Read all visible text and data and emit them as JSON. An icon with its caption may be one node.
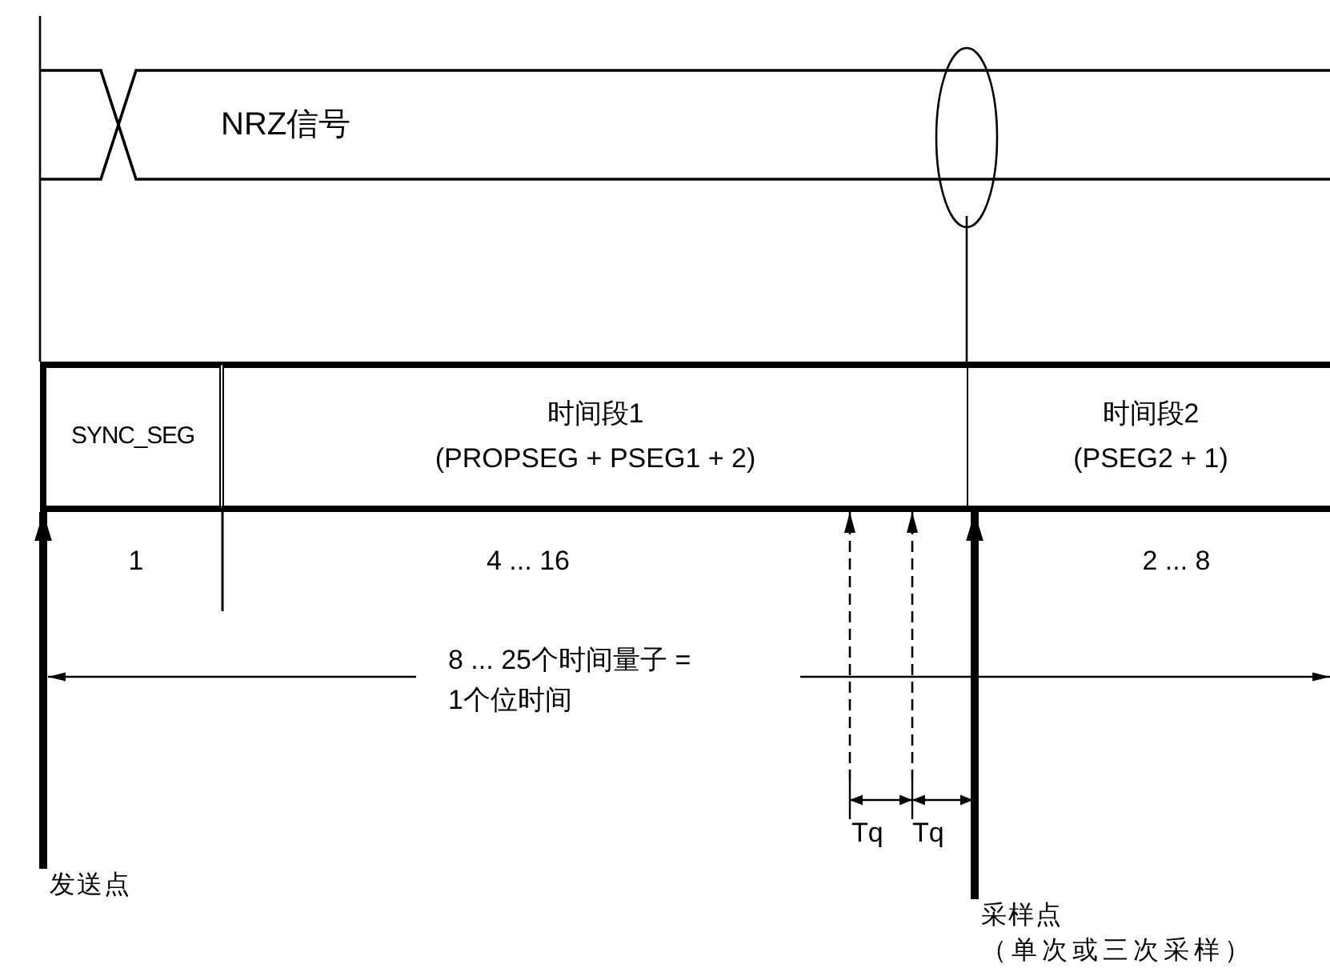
{
  "diagram": {
    "nodes": [
      {
        "text": [
          "NRZ信号"
        ]
      },
      {
        "text": [
          "SYNC_SEG"
        ]
      },
      {
        "text": [
          "时间段1",
          "(PROPSEG + PSEG1 + 2)"
        ]
      },
      {
        "text": [
          "时间段2",
          "(PSEG2 + 1)"
        ]
      },
      {
        "text": [
          "发送点"
        ]
      },
      {
        "text": [
          "采样点",
          "（单次或三次采样）"
        ]
      }
    ],
    "edges": [
      {
        "from": 4,
        "to": 1,
        "arrow": "to",
        "style": "thick"
      },
      {
        "from": 5,
        "to": 3,
        "arrow": "to",
        "style": "thick"
      },
      {
        "from": null,
        "to": 2,
        "arrow": "to",
        "style": "dashed"
      },
      {
        "from": null,
        "to": 2,
        "arrow": "to",
        "style": "dashed"
      }
    ],
    "labels": [
      "1",
      "4 ... 16",
      "2 ... 8",
      "8 ... 25个时间量子 = 1个位时间",
      "Tq",
      "Tq"
    ]
  }
}
